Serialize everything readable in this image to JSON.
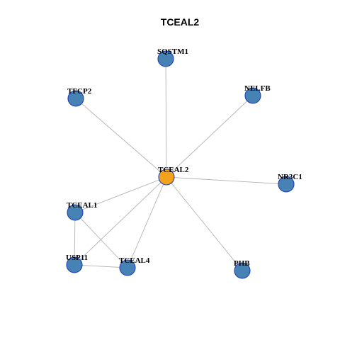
{
  "title": "TCEAL2",
  "colors": {
    "center_node": "#f5a21b",
    "neighbor_node": "#4682b4",
    "node_border": "#1f3fbf",
    "edge": "#b3b3b3",
    "background": "#ffffff"
  },
  "nodes": [
    {
      "id": "TCEAL2",
      "label": "TCEAL2",
      "role": "center"
    },
    {
      "id": "SQSTM1",
      "label": "SQSTM1",
      "role": "neighbor"
    },
    {
      "id": "TFCP2",
      "label": "TFCP2",
      "role": "neighbor"
    },
    {
      "id": "NELFB",
      "label": "NELFB",
      "role": "neighbor"
    },
    {
      "id": "NR3C1",
      "label": "NR3C1",
      "role": "neighbor"
    },
    {
      "id": "TCEAL1",
      "label": "TCEAL1",
      "role": "neighbor"
    },
    {
      "id": "USP11",
      "label": "USP11",
      "role": "neighbor"
    },
    {
      "id": "TCEAL4",
      "label": "TCEAL4",
      "role": "neighbor"
    },
    {
      "id": "PHB",
      "label": "PHB",
      "role": "neighbor"
    }
  ],
  "edges": [
    {
      "source": "TCEAL2",
      "target": "SQSTM1"
    },
    {
      "source": "TCEAL2",
      "target": "TFCP2"
    },
    {
      "source": "TCEAL2",
      "target": "NELFB"
    },
    {
      "source": "TCEAL2",
      "target": "NR3C1"
    },
    {
      "source": "TCEAL2",
      "target": "TCEAL1"
    },
    {
      "source": "TCEAL2",
      "target": "USP11"
    },
    {
      "source": "TCEAL2",
      "target": "TCEAL4"
    },
    {
      "source": "TCEAL2",
      "target": "PHB"
    },
    {
      "source": "TCEAL1",
      "target": "USP11"
    },
    {
      "source": "TCEAL1",
      "target": "TCEAL4"
    },
    {
      "source": "USP11",
      "target": "TCEAL4"
    }
  ]
}
